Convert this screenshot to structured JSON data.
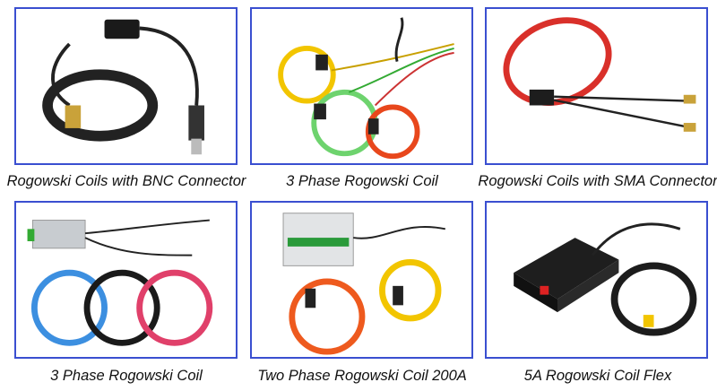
{
  "products": [
    {
      "caption": "Rogowski Coils with BNC Connector",
      "colors": [
        "#222222"
      ]
    },
    {
      "caption": "3 Phase Rogowski Coil",
      "colors": [
        "#f2c500",
        "#6ed36e",
        "#e8471c"
      ]
    },
    {
      "caption": "Rogowski Coils with SMA Connector",
      "colors": [
        "#d9302a"
      ]
    },
    {
      "caption": "3 Phase Rogowski Coil",
      "colors": [
        "#3c8fe0",
        "#1a1a1a",
        "#e0406a"
      ]
    },
    {
      "caption": "Two Phase Rogowski Coil 200A",
      "colors": [
        "#ee5a1e",
        "#f2c500"
      ]
    },
    {
      "caption": "5A Rogowski Coil Flex",
      "colors": [
        "#1c1c1c"
      ]
    }
  ],
  "border_color": "#3a4fd0"
}
